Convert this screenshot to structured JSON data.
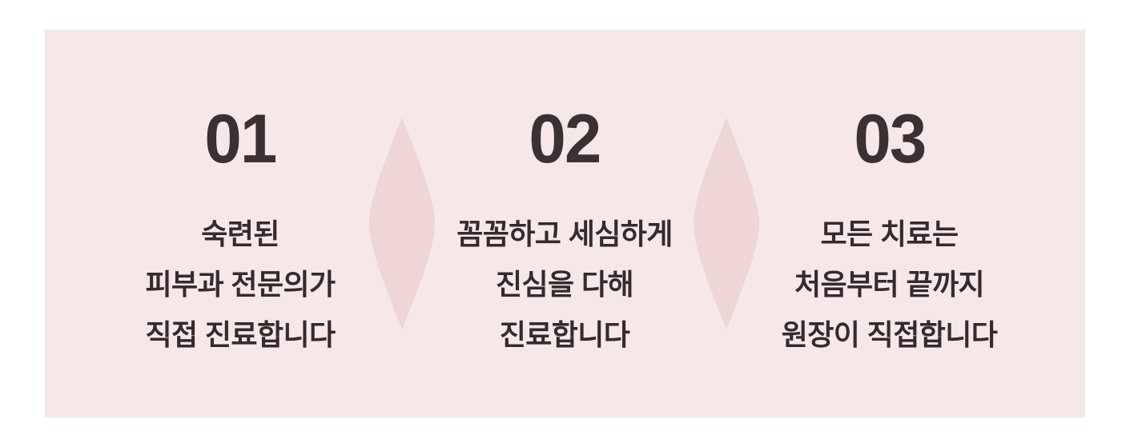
{
  "panel": {
    "background_color": "#f6e8e8",
    "page_background_color": "#ffffff"
  },
  "theme": {
    "number_color": "#3a3134",
    "text_color": "#332b2d",
    "lens_color": "#eed6d6",
    "panel_color": "#f6e8e8"
  },
  "features": [
    {
      "number": "01",
      "lines": [
        "숙련된",
        "피부과 전문의가",
        "직접 진료합니다"
      ]
    },
    {
      "number": "02",
      "lines": [
        "꼼꼼하고 세심하게",
        "진심을 다해",
        "진료합니다"
      ]
    },
    {
      "number": "03",
      "lines": [
        "모든 치료는",
        "처음부터 끝까지",
        "원장이 직접합니다"
      ]
    }
  ],
  "dividers": [
    {
      "shape": "lens-divider-icon",
      "color": "#eed6d6"
    },
    {
      "shape": "lens-divider-icon",
      "color": "#eed6d6"
    }
  ]
}
